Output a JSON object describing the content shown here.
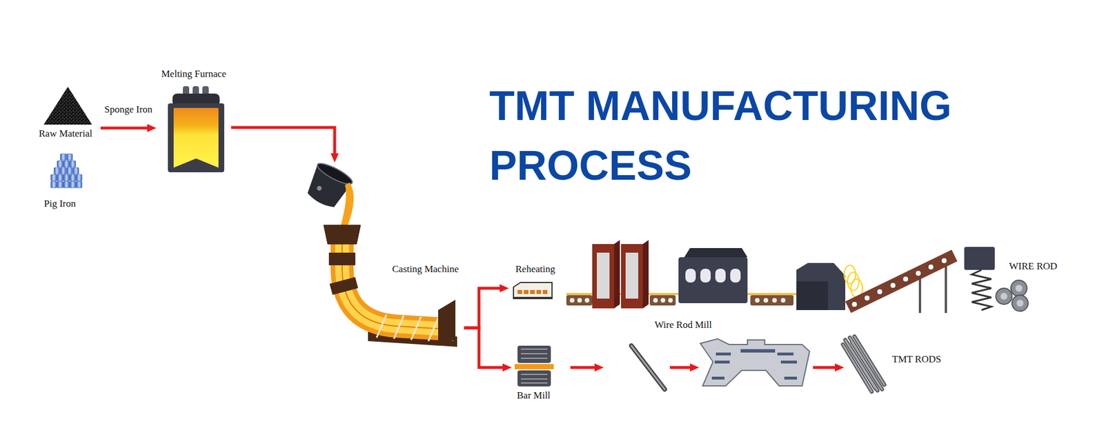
{
  "diagram": {
    "title": "TMT MANUFACTURING PROCESS",
    "nodes": [
      {
        "text": [
          "Raw Material"
        ]
      },
      {
        "text": [
          "Pig Iron"
        ]
      },
      {
        "text": [
          "Melting Furnace"
        ]
      },
      {
        "text": [
          "Casting Machine"
        ]
      },
      {
        "text": [
          "Reheating"
        ]
      },
      {
        "text": [
          "Wire Rod Mill"
        ]
      },
      {
        "text": [
          "WIRE ROD"
        ]
      },
      {
        "text": [
          "Bar Mill"
        ]
      },
      {
        "text": [
          "TMT RODS"
        ]
      }
    ],
    "edges": [
      {
        "from": 0,
        "to": 2,
        "label": "Sponge Iron",
        "arrow": "to"
      },
      {
        "from": 2,
        "to": 3,
        "arrow": "to"
      },
      {
        "from": 3,
        "to": 4,
        "arrow": "to"
      },
      {
        "from": 3,
        "to": 7,
        "arrow": "to"
      }
    ]
  }
}
